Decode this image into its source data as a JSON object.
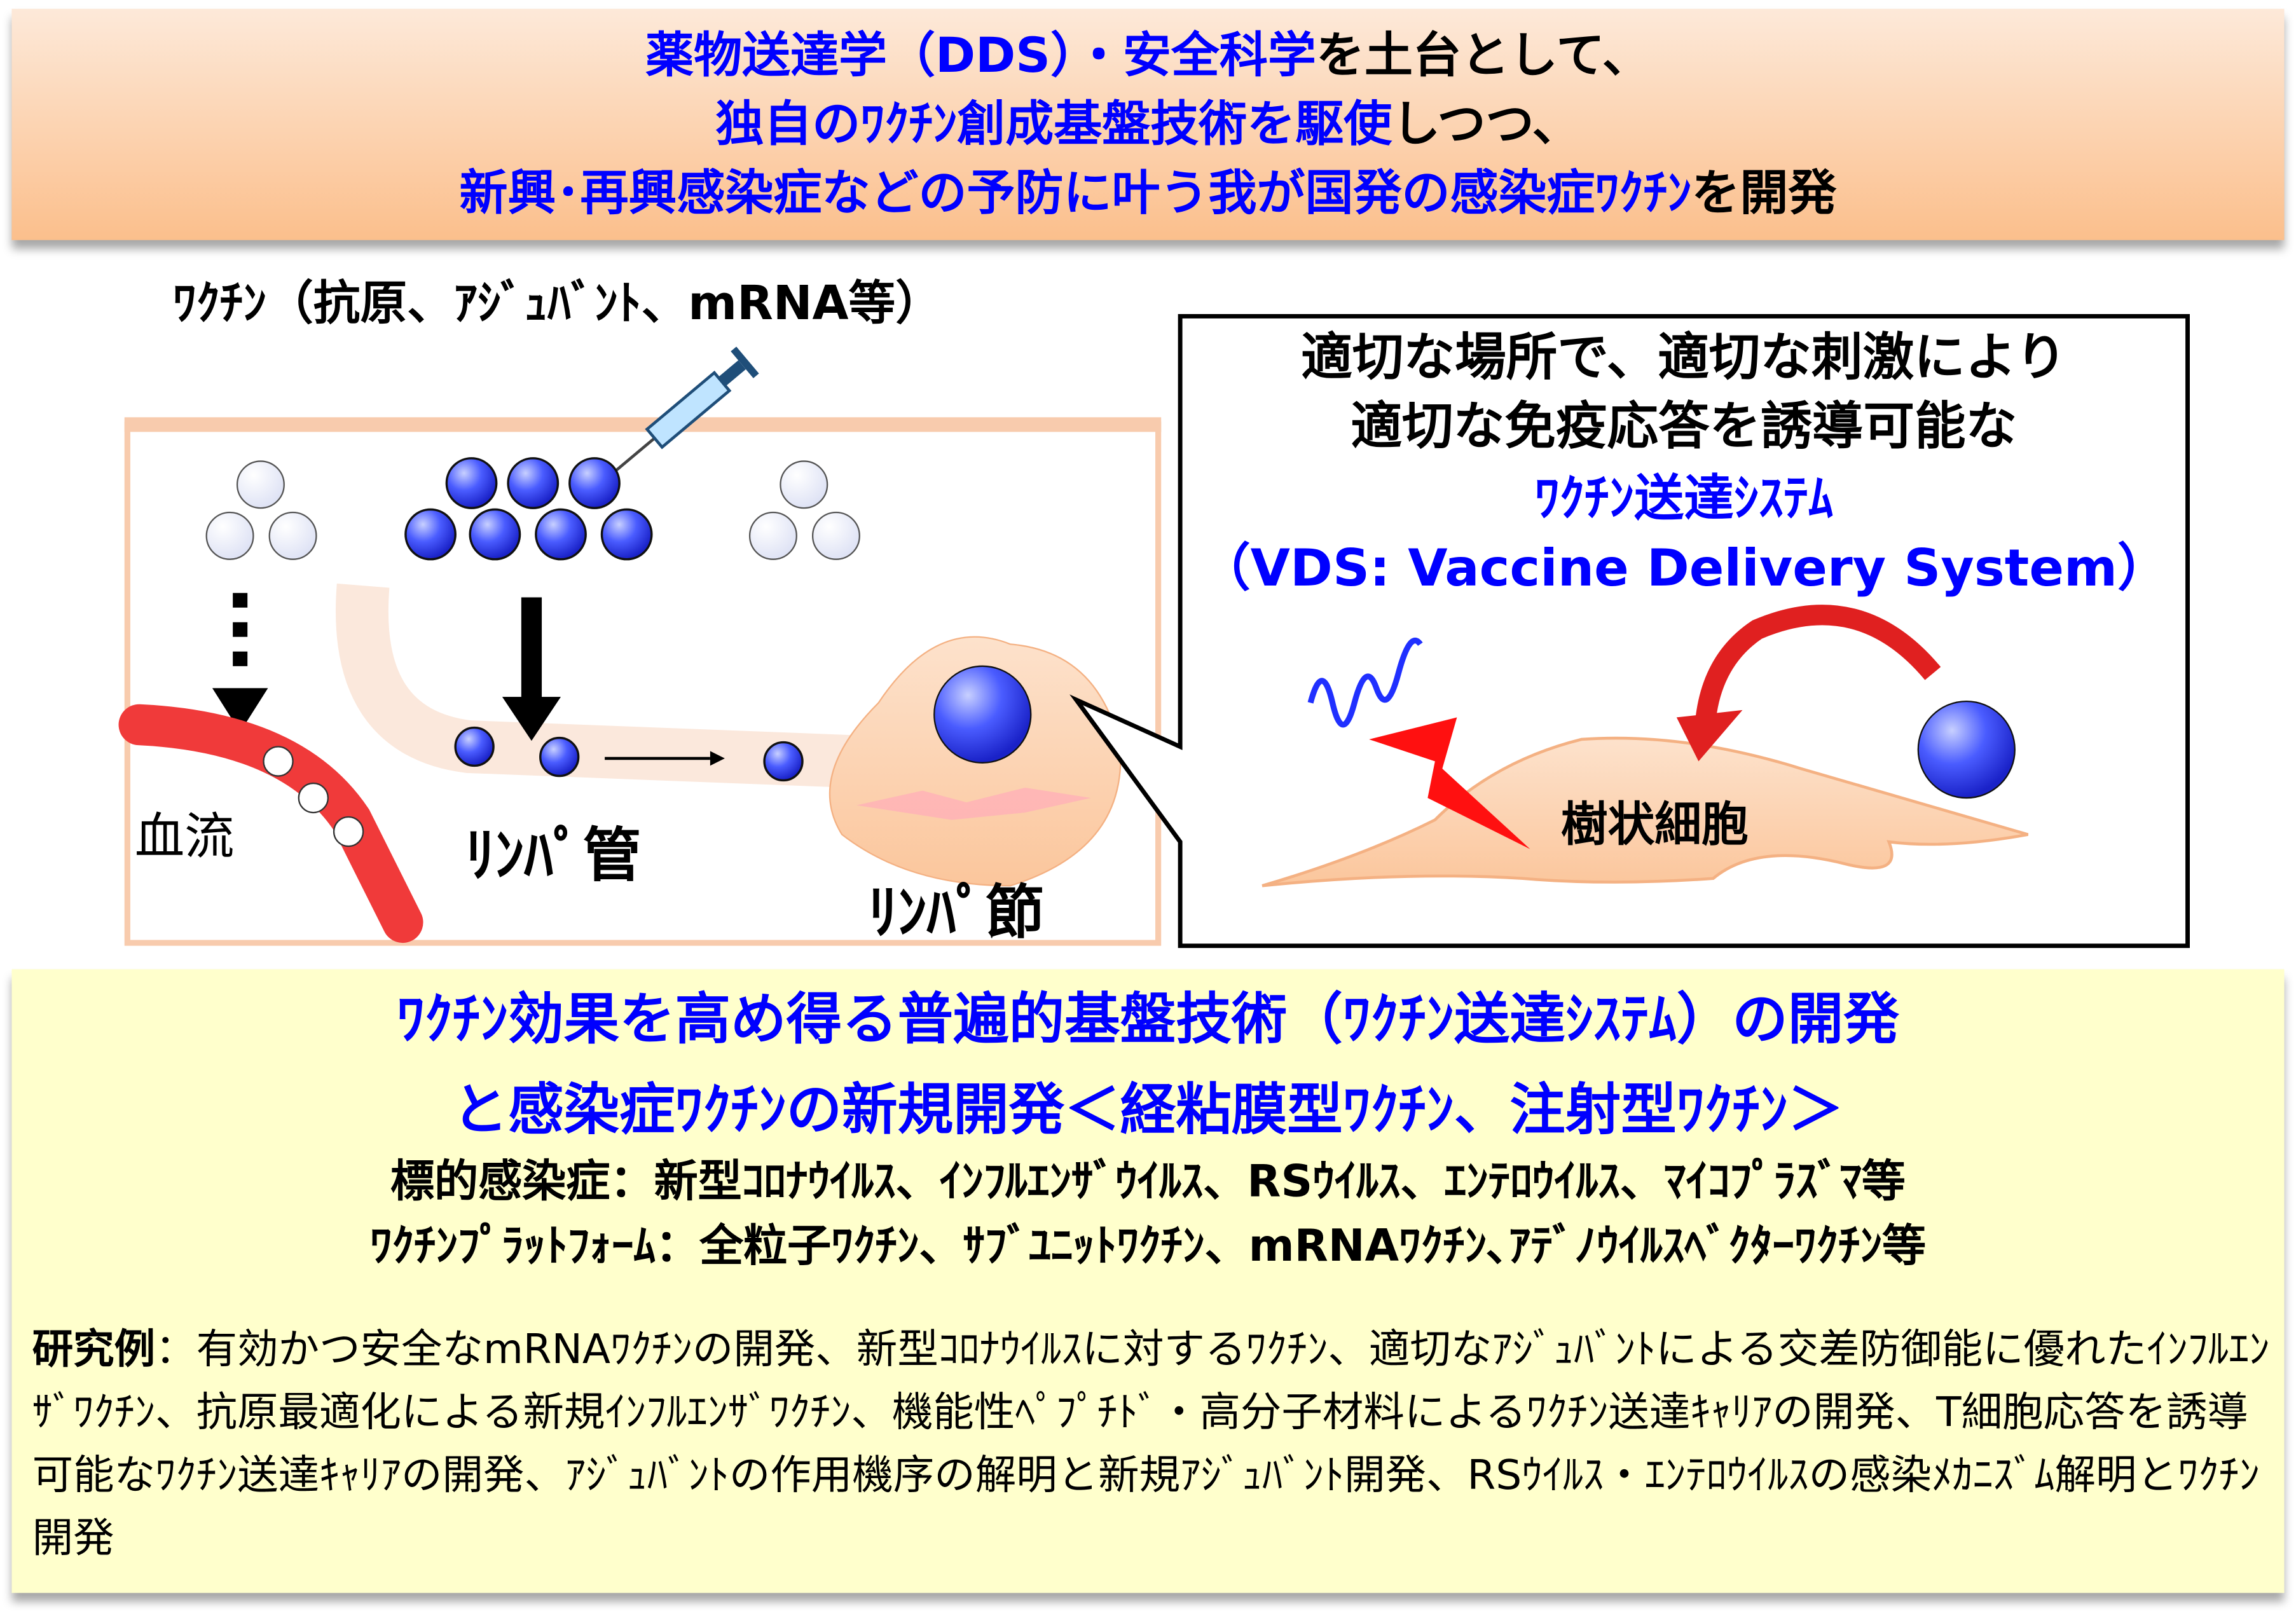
{
  "banner": {
    "line1_blue_a": "薬物送達学（DDS）・安全科学",
    "line1_black": "を土台として、",
    "line2_blue": "独自のﾜｸﾁﾝ創成基盤技術を駆使",
    "line2_black": "しつつ、",
    "line3_blue": "新興･再興感染症などの予防に叶う我が国発の感染症ﾜｸﾁﾝ",
    "line3_black": "を開発"
  },
  "diagram": {
    "vaccine_label": "ﾜｸﾁﾝ（抗原、ｱｼﾞｭﾊﾞﾝﾄ、mRNA等）",
    "blood_flow": "血流",
    "lymph_vessel": "ﾘﾝﾊﾟ管",
    "lymph_node": "ﾘﾝﾊﾟ節",
    "callout_line1": "適切な場所で、適切な刺激により",
    "callout_line2": "適切な免疫応答を誘導可能な",
    "callout_line3": "ﾜｸﾁﾝ送達ｼｽﾃﾑ",
    "callout_line4": "（VDS: Vaccine Delivery System）",
    "dendritic_cell": "樹状細胞",
    "colors": {
      "blue": "#0000ff",
      "particle": "#3a4bff",
      "vessel": "#f03030",
      "skin": "#f8cbad"
    }
  },
  "bottom": {
    "title1": "ﾜｸﾁﾝ効果を高め得る普遍的基盤技術（ﾜｸﾁﾝ送達ｼｽﾃﾑ）の開発",
    "title2": "と感染症ﾜｸﾁﾝの新規開発＜経粘膜型ﾜｸﾁﾝ、注射型ﾜｸﾁﾝ＞",
    "targets": "標的感染症：新型ｺﾛﾅｳｲﾙｽ、ｲﾝﾌﾙｴﾝｻﾞｳｲﾙｽ、RSｳｲﾙｽ、ｴﾝﾃﾛｳｲﾙｽ、ﾏｲｺﾌﾟﾗｽﾞﾏ等",
    "platforms": "ﾜｸﾁﾝﾌﾟﾗｯﾄﾌｫｰﾑ：全粒子ﾜｸﾁﾝ、ｻﾌﾞﾕﾆｯﾄﾜｸﾁﾝ、mRNAﾜｸﾁﾝ､ｱﾃﾞﾉｳｲﾙｽﾍﾞｸﾀｰﾜｸﾁﾝ等",
    "examples_label": "研究例",
    "examples_text": "：有効かつ安全なmRNAﾜｸﾁﾝの開発、新型ｺﾛﾅｳｲﾙｽに対するﾜｸﾁﾝ、適切なｱｼﾞｭﾊﾞﾝﾄによる交差防御能に優れたｲﾝﾌﾙｴﾝｻﾞﾜｸﾁﾝ、抗原最適化による新規ｲﾝﾌﾙｴﾝｻﾞﾜｸﾁﾝ、機能性ﾍﾟﾌﾟﾁﾄﾞ・高分子材料によるﾜｸﾁﾝ送達ｷｬﾘｱの開発、T細胞応答を誘導可能なﾜｸﾁﾝ送達ｷｬﾘｱの開発、ｱｼﾞｭﾊﾞﾝﾄの作用機序の解明と新規ｱｼﾞｭﾊﾞﾝﾄ開発、RSｳｲﾙｽ・ｴﾝﾃﾛｳｲﾙｽの感染ﾒｶﾆｽﾞﾑ解明とﾜｸﾁﾝ開発"
  }
}
